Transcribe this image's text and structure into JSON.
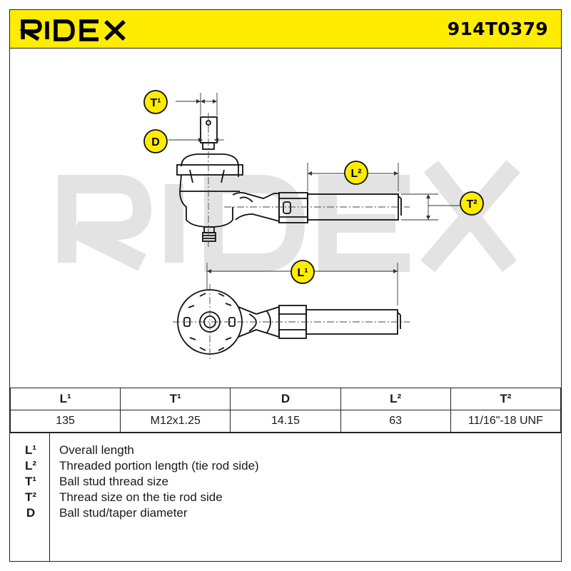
{
  "header": {
    "brand": "RIDEX",
    "part_number": "914T0379",
    "brand_color": "#ffec00"
  },
  "drawing": {
    "watermark": "RIDEX",
    "dimension_labels": {
      "t1": "T¹",
      "d": "D",
      "l2": "L²",
      "t2": "T²",
      "l1": "L¹"
    }
  },
  "spec_table": {
    "headers": [
      "L¹",
      "T¹",
      "D",
      "L²",
      "T²"
    ],
    "values": [
      "135",
      "M12x1.25",
      "14.15",
      "63",
      "11/16\"-18 UNF"
    ]
  },
  "legend": [
    {
      "key": "L¹",
      "text": "Overall length"
    },
    {
      "key": "L²",
      "text": "Threaded portion length (tie rod side)"
    },
    {
      "key": "T¹",
      "text": "Ball stud thread size"
    },
    {
      "key": "T²",
      "text": "Thread size on the tie rod side"
    },
    {
      "key": "D",
      "text": "Ball stud/taper diameter"
    }
  ]
}
